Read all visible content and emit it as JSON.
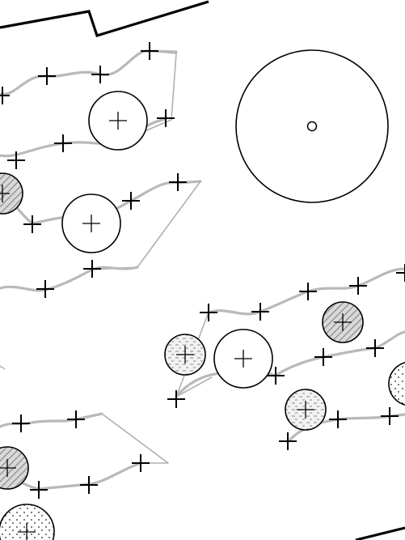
{
  "palette": {
    "background": "#ffffff",
    "ink": "#000000",
    "wire": "#b9b9b9",
    "hatch": "#999999"
  },
  "legend_kinds": [
    "cross-marker-icon",
    "open-circle",
    "hatched-circle",
    "dashed-circle",
    "dotted-circle",
    "large-circle-with-center-dot"
  ]
}
